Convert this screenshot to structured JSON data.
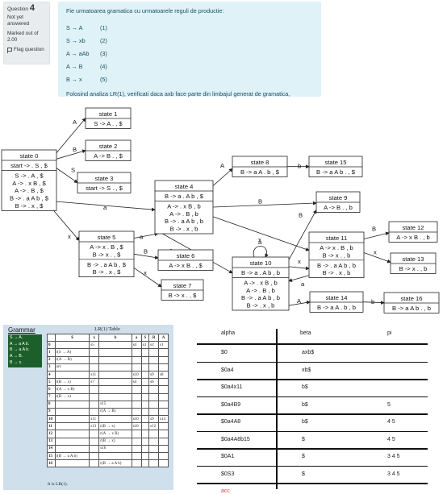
{
  "question": {
    "label": "Question",
    "number": "4",
    "status": "Not yet answered",
    "marked": "Marked out of 2.00",
    "flag_label": "Flag question"
  },
  "question_text": {
    "intro": "Fie urmatoarea gramatica cu urmatoarele reguli de productie:",
    "productions": [
      {
        "rule": "S → A",
        "num": "(1)"
      },
      {
        "rule": "S → xb",
        "num": "(2)"
      },
      {
        "rule": "A → aAb",
        "num": "(3)"
      },
      {
        "rule": "A → B",
        "num": "(4)"
      },
      {
        "rule": "B → x",
        "num": "(5)"
      }
    ],
    "outro": "Folosind analiza LR(1), verificati daca axb face parte din limbajul generat de gramatica,"
  },
  "automaton": {
    "states": [
      {
        "title": "state 0",
        "kernel": [
          "start -> . S , $"
        ],
        "closure": [
          "S -> . A , $",
          "A -> . x B , $",
          "A -> . B , $",
          "B -> . a A b , $",
          "B -> . x , $"
        ]
      },
      {
        "title": "state 1",
        "kernel": [
          "S -> A . , $"
        ],
        "closure": []
      },
      {
        "title": "state 2",
        "kernel": [
          "A -> B . , $"
        ],
        "closure": []
      },
      {
        "title": "state 3",
        "kernel": [
          "start -> S . , $"
        ],
        "closure": []
      },
      {
        "title": "state 4",
        "kernel": [
          "B -> a . A b , $"
        ],
        "closure": [
          "A -> . x B , b",
          "A -> . B , b",
          "B -> . a A b , b",
          "B -> . x , b"
        ]
      },
      {
        "title": "state 5",
        "kernel": [
          "A -> x . B , $",
          "B -> x . , $"
        ],
        "closure": [
          "B -> . a A b , $",
          "B -> . x , $"
        ]
      },
      {
        "title": "state 6",
        "kernel": [
          "A -> x B . , $"
        ],
        "closure": []
      },
      {
        "title": "state 7",
        "kernel": [
          "B -> x . , $"
        ],
        "closure": []
      },
      {
        "title": "state 8",
        "kernel": [
          "B -> a A . b , $"
        ],
        "closure": []
      },
      {
        "title": "state 9",
        "kernel": [
          "A -> B . , b"
        ],
        "closure": []
      },
      {
        "title": "state 10",
        "kernel": [
          "B -> a . A b , b"
        ],
        "closure": [
          "A -> . x B , b",
          "A -> . B , b",
          "B -> . a A b , b",
          "B -> . x , b"
        ]
      },
      {
        "title": "state 11",
        "kernel": [
          "A -> x . B , b",
          "B -> x . , b"
        ],
        "closure": [
          "B -> . a A b , b",
          "B -> . x , b"
        ]
      },
      {
        "title": "state 12",
        "kernel": [
          "A -> x B . , b"
        ],
        "closure": []
      },
      {
        "title": "state 13",
        "kernel": [
          "B -> x . , b"
        ],
        "closure": []
      },
      {
        "title": "state 14",
        "kernel": [
          "B -> a A . b , b"
        ],
        "closure": []
      },
      {
        "title": "state 15",
        "kernel": [
          "B -> a A b . , $"
        ],
        "closure": []
      },
      {
        "title": "state 16",
        "kernel": [
          "B -> a A b . , b"
        ],
        "closure": []
      }
    ],
    "transitions": [
      {
        "from": 0,
        "to": 1,
        "label": "A"
      },
      {
        "from": 0,
        "to": 2,
        "label": "B"
      },
      {
        "from": 0,
        "to": 3,
        "label": "S"
      },
      {
        "from": 0,
        "to": 4,
        "label": "a"
      },
      {
        "from": 0,
        "to": 5,
        "label": "x"
      },
      {
        "from": 4,
        "to": 8,
        "label": "A"
      },
      {
        "from": 4,
        "to": 9,
        "label": "B"
      },
      {
        "from": 4,
        "to": 10,
        "label": "a"
      },
      {
        "from": 4,
        "to": 11,
        "label": "x"
      },
      {
        "from": 5,
        "to": 4,
        "label": "a"
      },
      {
        "from": 5,
        "to": 6,
        "label": "B"
      },
      {
        "from": 5,
        "to": 7,
        "label": "x"
      },
      {
        "from": 8,
        "to": 15,
        "label": "b"
      },
      {
        "from": 10,
        "to": 10,
        "label": "a"
      },
      {
        "from": 10,
        "to": 9,
        "label": "B"
      },
      {
        "from": 10,
        "to": 11,
        "label": "x"
      },
      {
        "from": 10,
        "to": 14,
        "label": "A"
      },
      {
        "from": 11,
        "to": 10,
        "label": "a"
      },
      {
        "from": 11,
        "to": 12,
        "label": "B"
      },
      {
        "from": 11,
        "to": 13,
        "label": "x"
      },
      {
        "from": 14,
        "to": 16,
        "label": "b"
      }
    ]
  },
  "grammar_panel": {
    "title": "Grammar",
    "rules": [
      "S → A.",
      "A → a A b.",
      "B → a A b.",
      "A → B.",
      "B → x."
    ]
  },
  "lr_table": {
    "title": "LR(1) Table",
    "headers": [
      "",
      "$",
      "x",
      "b",
      "a",
      "S",
      "B",
      "A"
    ],
    "rows": [
      [
        "0",
        "",
        "s5",
        "",
        "s4",
        "s3",
        "s2",
        "s1"
      ],
      [
        "1",
        "r(S → A)",
        "",
        "",
        "",
        "",
        "",
        ""
      ],
      [
        "2",
        "r(A → B)",
        "",
        "",
        "",
        "",
        "",
        ""
      ],
      [
        "3",
        "acc",
        "",
        "",
        "",
        "",
        "",
        ""
      ],
      [
        "4",
        "",
        "s11",
        "",
        "s10",
        "",
        "s9",
        "s8"
      ],
      [
        "5",
        "r(B → x)",
        "s7",
        "",
        "s4",
        "",
        "s6",
        ""
      ],
      [
        "6",
        "r(A → x B)",
        "",
        "",
        "",
        "",
        "",
        ""
      ],
      [
        "7",
        "r(B → x)",
        "",
        "",
        "",
        "",
        "",
        ""
      ],
      [
        "8",
        "",
        "",
        "s15",
        "",
        "",
        "",
        ""
      ],
      [
        "9",
        "",
        "",
        "r(A → B)",
        "",
        "",
        "",
        ""
      ],
      [
        "10",
        "",
        "s11",
        "",
        "s10",
        "",
        "s9",
        "s14"
      ],
      [
        "11",
        "",
        "s13",
        "r(B → x)",
        "s10",
        "",
        "s12",
        ""
      ],
      [
        "12",
        "",
        "",
        "r(A → x B)",
        "",
        "",
        "",
        ""
      ],
      [
        "13",
        "",
        "",
        "r(B → x)",
        "",
        "",
        "",
        ""
      ],
      [
        "14",
        "",
        "",
        "s16",
        "",
        "",
        "",
        ""
      ],
      [
        "15",
        "r(B → a A b)",
        "",
        "",
        "",
        "",
        "",
        ""
      ],
      [
        "16",
        "",
        "",
        "r(B → a A b)",
        "",
        "",
        "",
        ""
      ]
    ],
    "footer": "It is LR(1)."
  },
  "trace": {
    "headers": {
      "alpha": "alpha",
      "beta": "beta",
      "pi": "pi"
    },
    "rows": [
      {
        "alpha": "$0",
        "beta": "axb$",
        "pi": ""
      },
      {
        "alpha": "$0a4",
        "beta": "xb$",
        "pi": ""
      },
      {
        "alpha": "$0a4x11",
        "beta": "b$",
        "pi": ""
      },
      {
        "alpha": "$0a4B9",
        "beta": "b$",
        "pi": "5"
      },
      {
        "alpha": "$0a4A8",
        "beta": "b$",
        "pi": "4 5"
      },
      {
        "alpha": "$0a4A8b15",
        "beta": "$",
        "pi": "4 5"
      },
      {
        "alpha": "$0A1",
        "beta": "$",
        "pi": "3 4 5"
      },
      {
        "alpha": "$0S3",
        "beta": "$",
        "pi": "3 4 5"
      },
      {
        "alpha": "acc",
        "beta": "",
        "pi": ""
      }
    ]
  }
}
